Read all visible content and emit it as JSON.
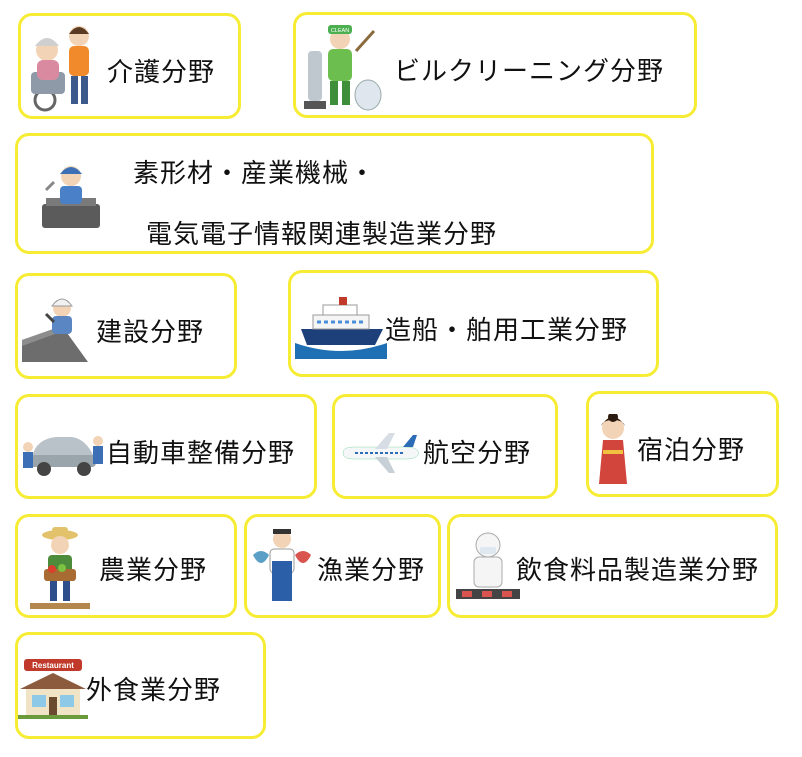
{
  "fields": {
    "kaigo": "介護分野",
    "building_cleaning": "ビルクリーニング分野",
    "manufacturing_line1": "素形材・産業機械・",
    "manufacturing_line2": "電気電子情報関連製造業分野",
    "construction": "建設分野",
    "shipbuilding": "造船・舶用工業分野",
    "auto_maintenance": "自動車整備分野",
    "aviation": "航空分野",
    "lodging": "宿泊分野",
    "agriculture": "農業分野",
    "fishery": "漁業分野",
    "food_manufacturing": "飲食料品製造業分野",
    "food_service": "外食業分野"
  },
  "signs": {
    "clean_cap": "CLEAN",
    "restaurant": "Restaurant"
  },
  "colors": {
    "card_border": "#f7ec34",
    "text": "#111111"
  }
}
